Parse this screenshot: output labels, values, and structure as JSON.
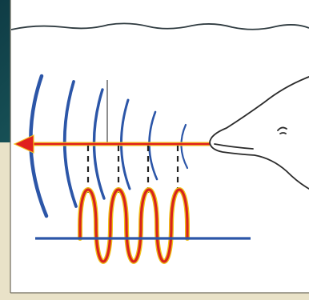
{
  "diagram": {
    "colors": {
      "page_bg": "#ffffff",
      "frame_bg_dark": "#1c5a5d",
      "frame_bg_light": "#e9e2c8",
      "frame_border": "#6f6a5c",
      "water_line": "#2f3b40",
      "sound_waves": "#2c56a8",
      "arrow": "#e0201e",
      "arrow_outline": "#f2c21d",
      "signal_wave": "#d8231c",
      "signal_wave_outline": "#f0c21b",
      "baseline": "#2c56a8",
      "dashed_lines": "#222222",
      "dolphin_outline": "#2b2b2b"
    },
    "elements": {
      "water_surface": "water-surface-line",
      "sound_waves": "echolocation-sound-waves",
      "arrow": "sound-direction-arrow",
      "signal": "sound-wave-signal",
      "dolphin": "dolphin-head"
    }
  }
}
